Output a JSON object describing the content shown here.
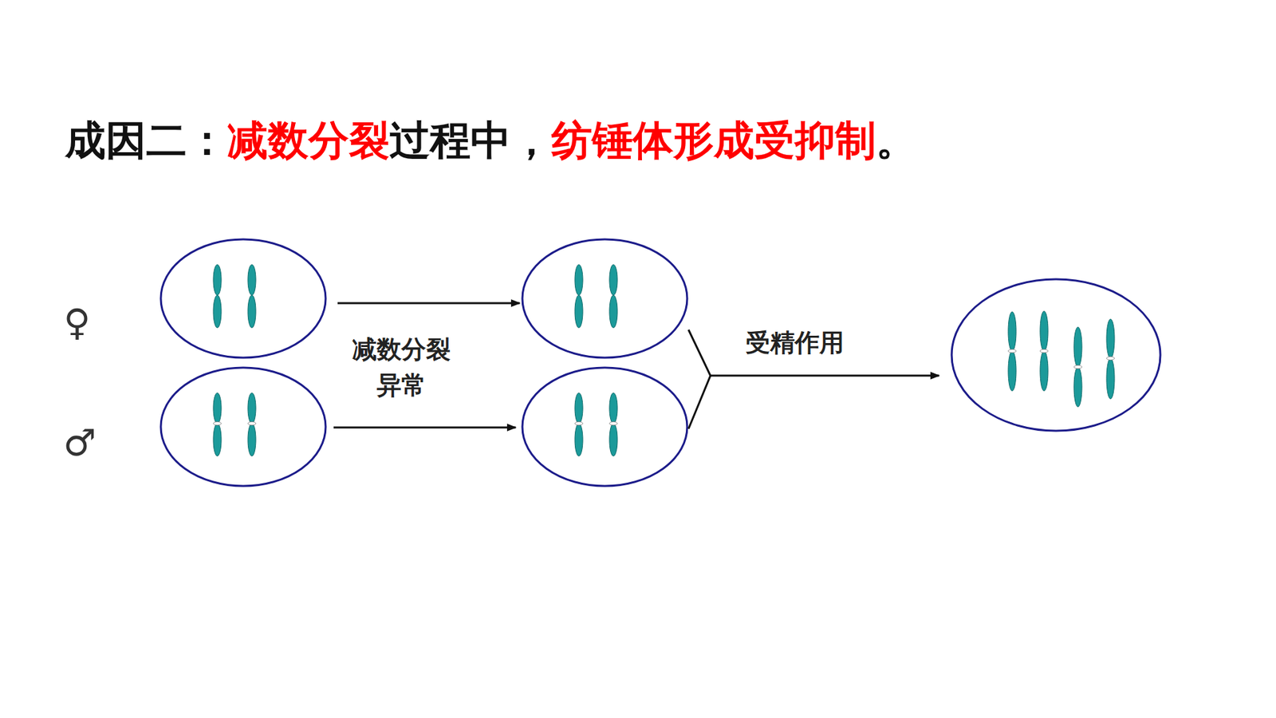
{
  "diagram": {
    "title": "成因二：减数分裂过程中，纺锤体形成受抑制。",
    "labels": [
      "♀",
      "♂",
      "减数分裂 异常",
      "受精作用"
    ]
  }
}
